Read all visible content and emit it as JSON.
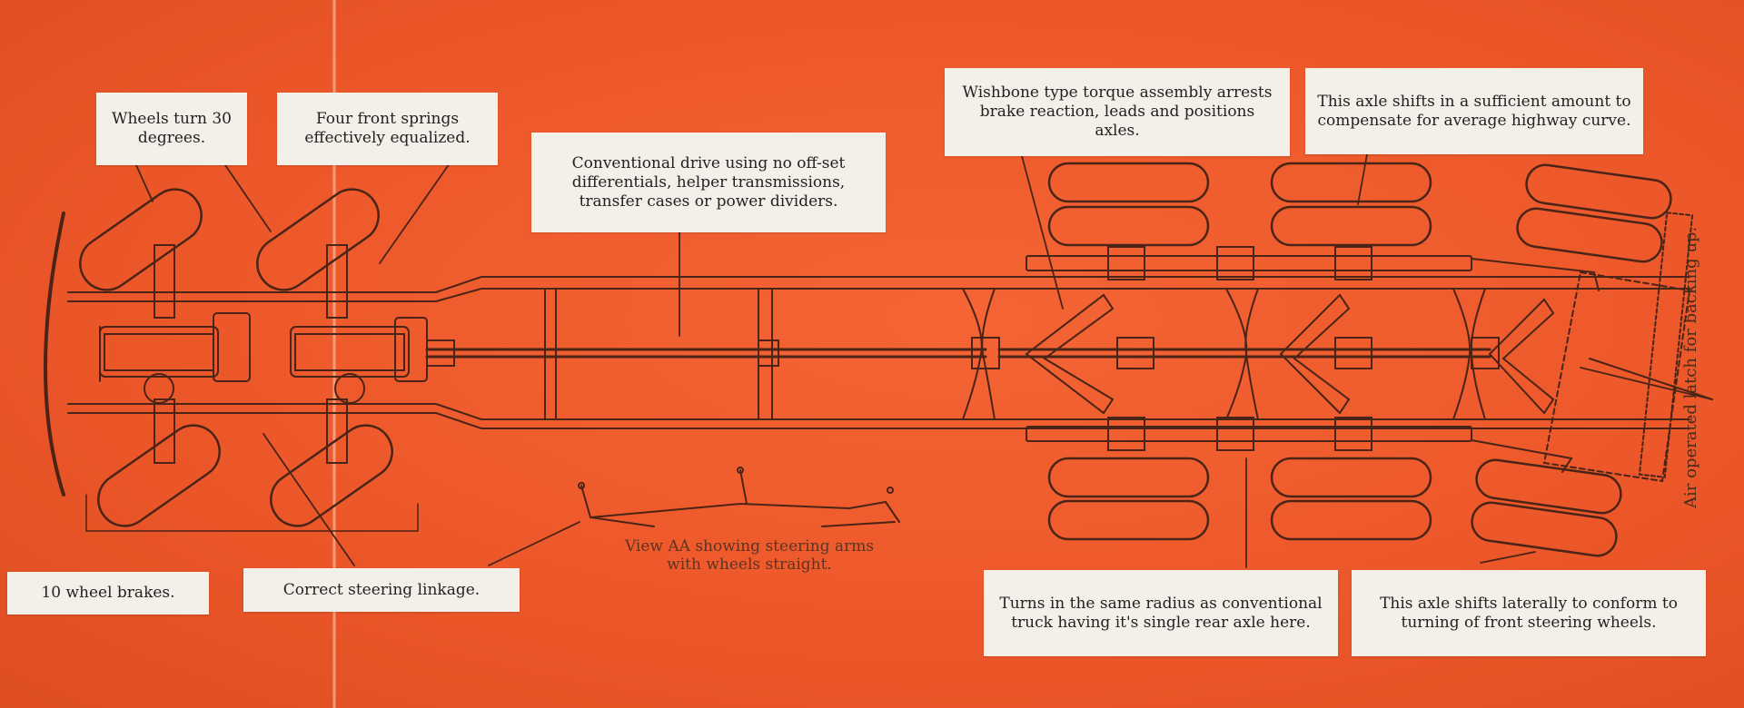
{
  "callouts": {
    "wheels_turn": "Wheels turn 30 degrees.",
    "front_springs": "Four front springs effectively equalized.",
    "conventional_drive": "Conventional drive using no off-set differentials, helper transmissions, transfer cases or power dividers.",
    "wishbone": "Wishbone type torque assembly arrests brake reaction, leads and positions axles.",
    "axle_shifts_curve": "This axle shifts in a sufficient amount to compensate for average highway curve.",
    "wheel_brakes": "10 wheel brakes.",
    "steering_linkage": "Correct steering linkage.",
    "turns_same_radius": "Turns in the same radius as conventional truck having it's single rear axle here.",
    "axle_shifts_laterally": "This axle shifts laterally to conform to turning of front steering wheels."
  },
  "captions": {
    "view_aa": "View AA showing steering arms with wheels straight.",
    "air_latch": "Air operated latch for backing up."
  },
  "colors": {
    "background": "#ee5a2c",
    "ink": "#4a2416",
    "callout_fill": "#f3f0e9"
  }
}
